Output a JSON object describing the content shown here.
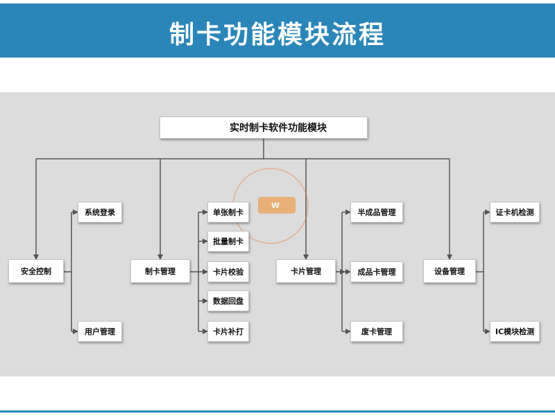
{
  "header": {
    "title": "制卡功能模块流程"
  },
  "diagram": {
    "root": "实时制卡软件功能模块",
    "modules": {
      "security": {
        "label": "安全控制",
        "children": [
          "系统登录",
          "用户管理"
        ]
      },
      "card_making": {
        "label": "制卡管理",
        "children": [
          "单张制卡",
          "批量制卡",
          "卡片校验",
          "数据回盘",
          "卡片补打"
        ]
      },
      "card": {
        "label": "卡片管理",
        "children": [
          "半成品管理",
          "成品卡管理",
          "废卡管理"
        ]
      },
      "device": {
        "label": "设备管理",
        "children": [
          "证卡机检测",
          "IC模块检测"
        ]
      }
    }
  },
  "colors": {
    "banner": "#2a86b8",
    "panel": "#dcdcdc",
    "line": "#555555"
  }
}
